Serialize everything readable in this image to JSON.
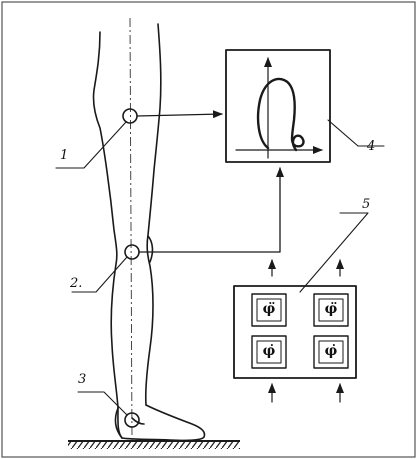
{
  "callouts": {
    "c1": "1",
    "c2": "2.",
    "c3": "3",
    "c4": "4",
    "c5": "5"
  },
  "module": {
    "top_left": "φ̈",
    "top_right": "φ̈",
    "bottom_left": "φ̇",
    "bottom_right": "φ̇"
  },
  "colors": {
    "ink": "#1a1a1a",
    "paper": "#ffffff"
  }
}
